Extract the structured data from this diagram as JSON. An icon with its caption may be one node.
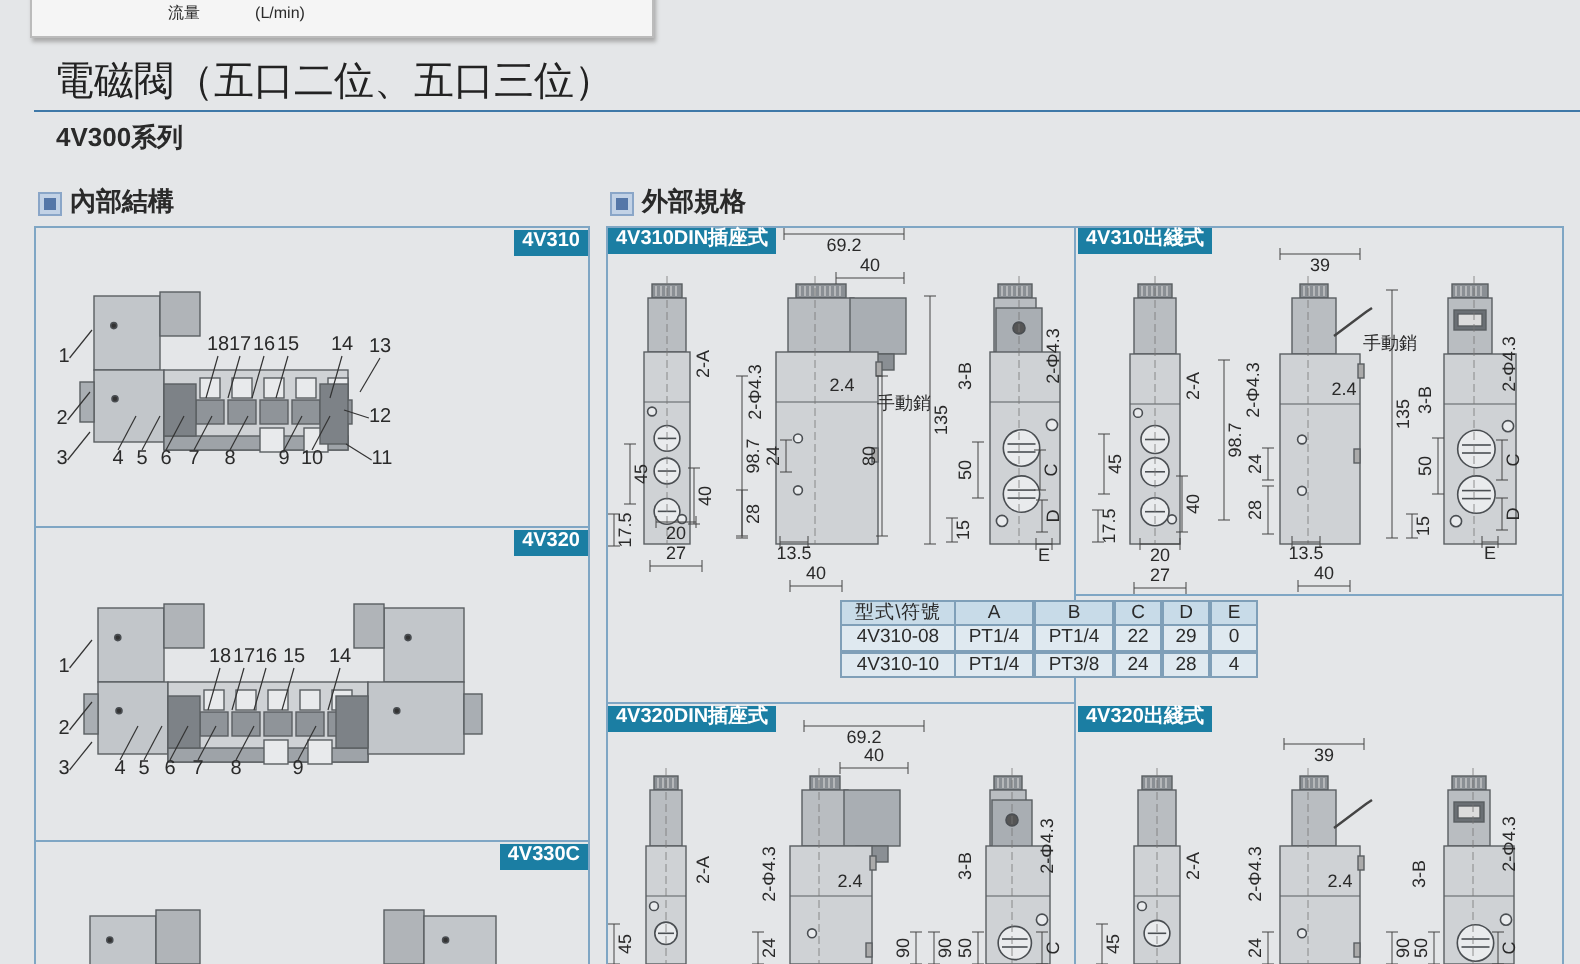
{
  "diagram": {
    "title": "電磁閥（五口二位、五口三位）",
    "nodes": [
      {
        "text": [
          "內部結構"
        ]
      },
      {
        "text": [
          "4V310"
        ],
        "in": 0
      },
      {
        "text": [
          "4V320"
        ],
        "in": 0
      },
      {
        "text": [
          "4V330C"
        ],
        "in": 0
      },
      {
        "text": [
          "外部規格"
        ]
      },
      {
        "text": [
          "4V310DIN插座式"
        ],
        "in": 4
      },
      {
        "text": [
          "4V310出綫式"
        ],
        "in": 4
      },
      {
        "text": [
          "4V320DIN插座式"
        ],
        "in": 4
      },
      {
        "text": [
          "4V320出綫式"
        ],
        "in": 4
      },
      {
        "text": [
          "1"
        ],
        "in": 1
      },
      {
        "text": [
          "18"
        ],
        "in": 41
      },
      {
        "text": [
          "17"
        ],
        "in": 41
      },
      {
        "text": [
          "16"
        ],
        "in": 41
      },
      {
        "text": [
          "15"
        ],
        "in": 41
      },
      {
        "text": [
          "14"
        ],
        "in": 41
      },
      {
        "text": [
          "13"
        ],
        "in": 1
      },
      {
        "text": [
          "2"
        ],
        "in": 1
      },
      {
        "text": [
          "12"
        ],
        "in": 1
      },
      {
        "text": [
          "3"
        ],
        "in": 1
      },
      {
        "text": [
          "4"
        ],
        "in": 1
      },
      {
        "text": [
          "5"
        ],
        "in": 1
      },
      {
        "text": [
          "6"
        ],
        "in": 1
      },
      {
        "text": [
          "7"
        ],
        "in": 1
      },
      {
        "text": [
          "8"
        ],
        "in": 1
      },
      {
        "text": [
          "9"
        ],
        "in": 1
      },
      {
        "text": [
          "10"
        ],
        "in": 1
      },
      {
        "text": [
          "11"
        ],
        "in": 1
      },
      {
        "text": [
          "1"
        ],
        "in": 2
      },
      {
        "text": [
          "18"
        ],
        "in": 42
      },
      {
        "text": [
          "17"
        ],
        "in": 42
      },
      {
        "text": [
          "16"
        ],
        "in": 42
      },
      {
        "text": [
          "15"
        ],
        "in": 42
      },
      {
        "text": [
          "14"
        ],
        "in": 42
      },
      {
        "text": [
          "2"
        ],
        "in": 2
      },
      {
        "text": [
          "3"
        ],
        "in": 2
      },
      {
        "text": [
          "4"
        ],
        "in": 2
      },
      {
        "text": [
          "5"
        ],
        "in": 2
      },
      {
        "text": [
          "6"
        ],
        "in": 2
      },
      {
        "text": [
          "7"
        ],
        "in": 2
      },
      {
        "text": [
          "8"
        ],
        "in": 2
      },
      {
        "text": [
          "9"
        ],
        "in": 2
      },
      {
        "text": [],
        "shape": "picture",
        "in": 1
      },
      {
        "text": [],
        "shape": "picture",
        "in": 2
      }
    ],
    "edges": [
      {
        "from": 9,
        "to": 41,
        "arrow": "none"
      },
      {
        "from": 10,
        "to": 41,
        "arrow": "none"
      },
      {
        "from": 11,
        "to": 41,
        "arrow": "none"
      },
      {
        "from": 12,
        "to": 41,
        "arrow": "none"
      },
      {
        "from": 13,
        "to": 41,
        "arrow": "none"
      },
      {
        "from": 14,
        "to": 41,
        "arrow": "none"
      },
      {
        "from": 15,
        "to": 41,
        "arrow": "none"
      },
      {
        "from": 16,
        "to": 41,
        "arrow": "none"
      },
      {
        "from": 17,
        "to": 41,
        "arrow": "none"
      },
      {
        "from": 18,
        "to": 41,
        "arrow": "none"
      },
      {
        "from": 19,
        "to": 41,
        "arrow": "none"
      },
      {
        "from": 20,
        "to": 41,
        "arrow": "none"
      },
      {
        "from": 21,
        "to": 41,
        "arrow": "none"
      },
      {
        "from": 22,
        "to": 41,
        "arrow": "none"
      },
      {
        "from": 23,
        "to": 41,
        "arrow": "none"
      },
      {
        "from": 24,
        "to": 41,
        "arrow": "none"
      },
      {
        "from": 25,
        "to": 41,
        "arrow": "none"
      },
      {
        "from": 26,
        "to": 41,
        "arrow": "none"
      },
      {
        "from": 27,
        "to": 42,
        "arrow": "none"
      },
      {
        "from": 28,
        "to": 42,
        "arrow": "none"
      },
      {
        "from": 29,
        "to": 42,
        "arrow": "none"
      },
      {
        "from": 30,
        "to": 42,
        "arrow": "none"
      },
      {
        "from": 31,
        "to": 42,
        "arrow": "none"
      },
      {
        "from": 32,
        "to": 42,
        "arrow": "none"
      },
      {
        "from": 33,
        "to": 42,
        "arrow": "none"
      },
      {
        "from": 34,
        "to": 42,
        "arrow": "none"
      },
      {
        "from": 35,
        "to": 42,
        "arrow": "none"
      },
      {
        "from": 36,
        "to": 42,
        "arrow": "none"
      },
      {
        "from": 37,
        "to": 42,
        "arrow": "none"
      },
      {
        "from": 38,
        "to": 42,
        "arrow": "none"
      },
      {
        "from": 39,
        "to": 42,
        "arrow": "none"
      },
      {
        "from": 40,
        "to": 42,
        "arrow": "none"
      }
    ],
    "labels": [
      "流量",
      "(L/min)",
      "4V300系列",
      "69.2",
      "40",
      "2-A",
      "2-Φ4.3",
      "2.4",
      "手動銷",
      "135",
      "3-B",
      "2-Φ4.3",
      "45",
      "98.7",
      "24",
      "80",
      "50",
      "C",
      "40",
      "28",
      "D",
      "17.5",
      "20",
      "15",
      "27",
      "13.5",
      "E",
      "40",
      "39",
      "2-A",
      "2-Φ4.3",
      "2.4",
      "手動銷",
      "135",
      "3-B",
      "2-Φ4.3",
      "45",
      "98.7",
      "24",
      "50",
      "C",
      "17.5",
      "40",
      "28",
      "15",
      "D",
      "20",
      "13.5",
      "E",
      "27",
      "40",
      "型式\\符號",
      "A",
      "B",
      "C",
      "D",
      "E",
      "4V310-08",
      "PT1/4",
      "PT1/4",
      "22",
      "29",
      "0",
      "4V310-10",
      "PT1/4",
      "PT3/8",
      "24",
      "28",
      "4",
      "69.2",
      "40",
      "2-A",
      "2-Φ4.3",
      "2.4",
      "3-B",
      "2-Φ4.3",
      "45",
      "24",
      "90",
      "90",
      "50",
      "C",
      "39",
      "2-A",
      "2-Φ4.3",
      "2.4",
      "3-B",
      "2-Φ4.3",
      "45",
      "24",
      "90",
      "50",
      "C"
    ]
  }
}
